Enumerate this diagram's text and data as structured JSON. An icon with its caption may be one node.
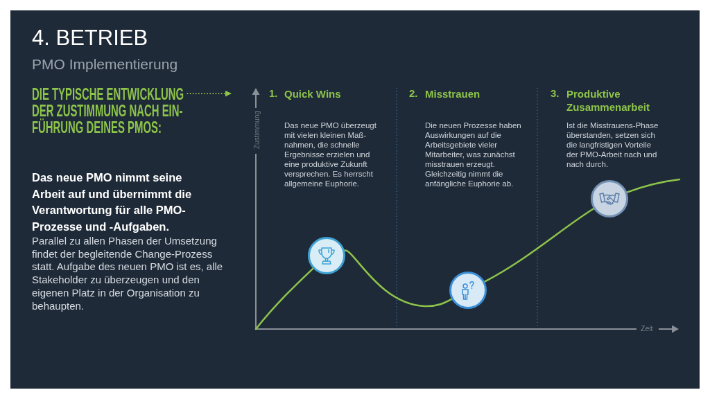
{
  "diagram": {
    "title": "4. BETRIEB",
    "nodes": [
      {
        "text": [
          "DIE TYPISCHE ENTWICKLUNG DER ZUSTIMMUNG NACH EIN-FÜHRUNG DEINES PMOS:"
        ]
      },
      {
        "text": [],
        "shape": "circle"
      },
      {
        "text": [],
        "shape": "circle"
      },
      {
        "text": [],
        "shape": "circle"
      }
    ],
    "edges": [
      {
        "from": 0,
        "to": null,
        "arrow": "to",
        "style": "dashed"
      },
      {
        "from": null,
        "to": 1,
        "arrow": "none"
      },
      {
        "from": 1,
        "to": 2,
        "arrow": "none"
      },
      {
        "from": 2,
        "to": 3,
        "arrow": "none"
      },
      {
        "from": 3,
        "to": null,
        "arrow": "none"
      }
    ],
    "labels": [
      "PMO Implementierung",
      "Das neue PMO nimmt seine Arbeit auf und übernimmt die Verantwortung für alle PMO-Prozesse und -Aufgaben.",
      "Parallel zu allen Phasen der Umsetzung findet der begleitende Change-Prozess statt. Aufgabe des neuen PMO ist es, alle Stakeholder zu überzeugen und den eigenen Platz in der Organisation zu behaupten.",
      "Zustimmung",
      "1.",
      "Quick Wins",
      "Das neue PMO überzeugt mit vielen kleinen Maß-nahmen, die schnelle Ergebnisse erzielen und eine produktive Zukunft versprechen. Es herrscht allgemeine Euphorie.",
      "2.",
      "Misstrauen",
      "Die neuen Prozesse haben Auswirkungen auf die Arbeitsgebiete vieler Mitarbeiter, was zunächst misstrauen erzeugt. Gleichzeitig nimmt die anfängliche Euphorie ab.",
      "3.",
      "Produktive Zusammenarbeit",
      "Ist die Misstrauens-Phase überstanden, setzen sich die langfristigen Vorteile der PMO-Arbeit nach und nach durch.",
      "Zeit"
    ]
  }
}
